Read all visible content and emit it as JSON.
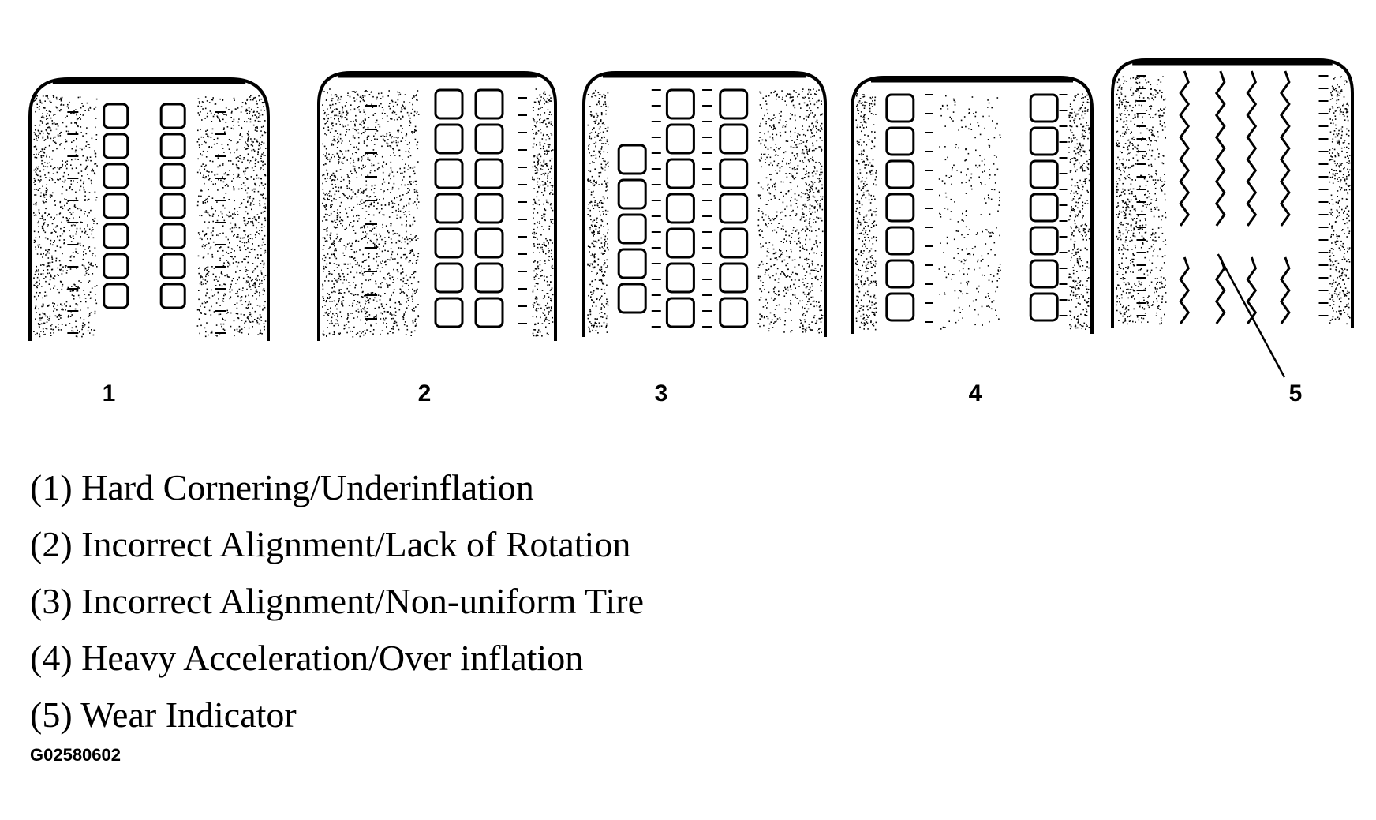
{
  "figure": {
    "tires": [
      {
        "number": "1",
        "wear": "shoulders"
      },
      {
        "number": "2",
        "wear": "left-edge"
      },
      {
        "number": "3",
        "wear": "feathered"
      },
      {
        "number": "4",
        "wear": "center"
      },
      {
        "number": "5",
        "wear": "indicator"
      }
    ],
    "legend": [
      "(1) Hard Cornering/Underinflation",
      "(2) Incorrect Alignment/Lack of Rotation",
      "(3) Incorrect Alignment/Non-uniform Tire",
      "(4) Heavy Acceleration/Over inflation",
      "(5) Wear Indicator"
    ],
    "code": "G02580602"
  },
  "colors": {
    "ink": "#000000",
    "paper": "#ffffff"
  }
}
